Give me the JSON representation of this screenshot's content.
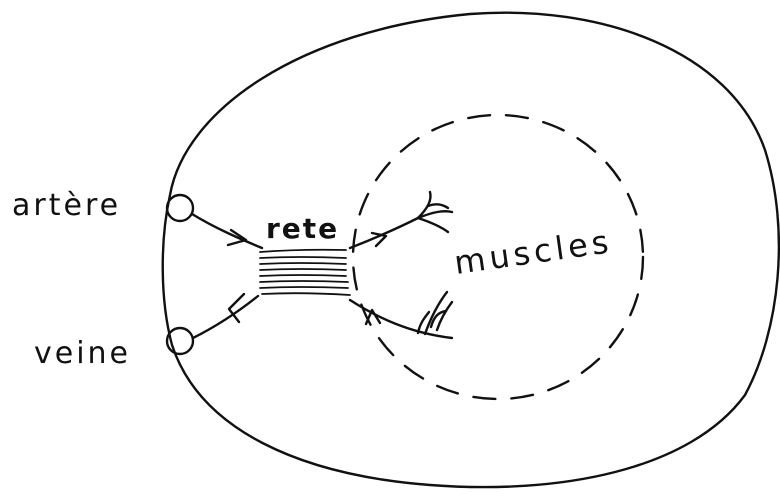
{
  "labels": {
    "artery": "artère",
    "vein": "veine",
    "rete": "rete",
    "muscles": "muscles"
  },
  "colors": {
    "ink": "#111111",
    "background": "#ffffff"
  }
}
